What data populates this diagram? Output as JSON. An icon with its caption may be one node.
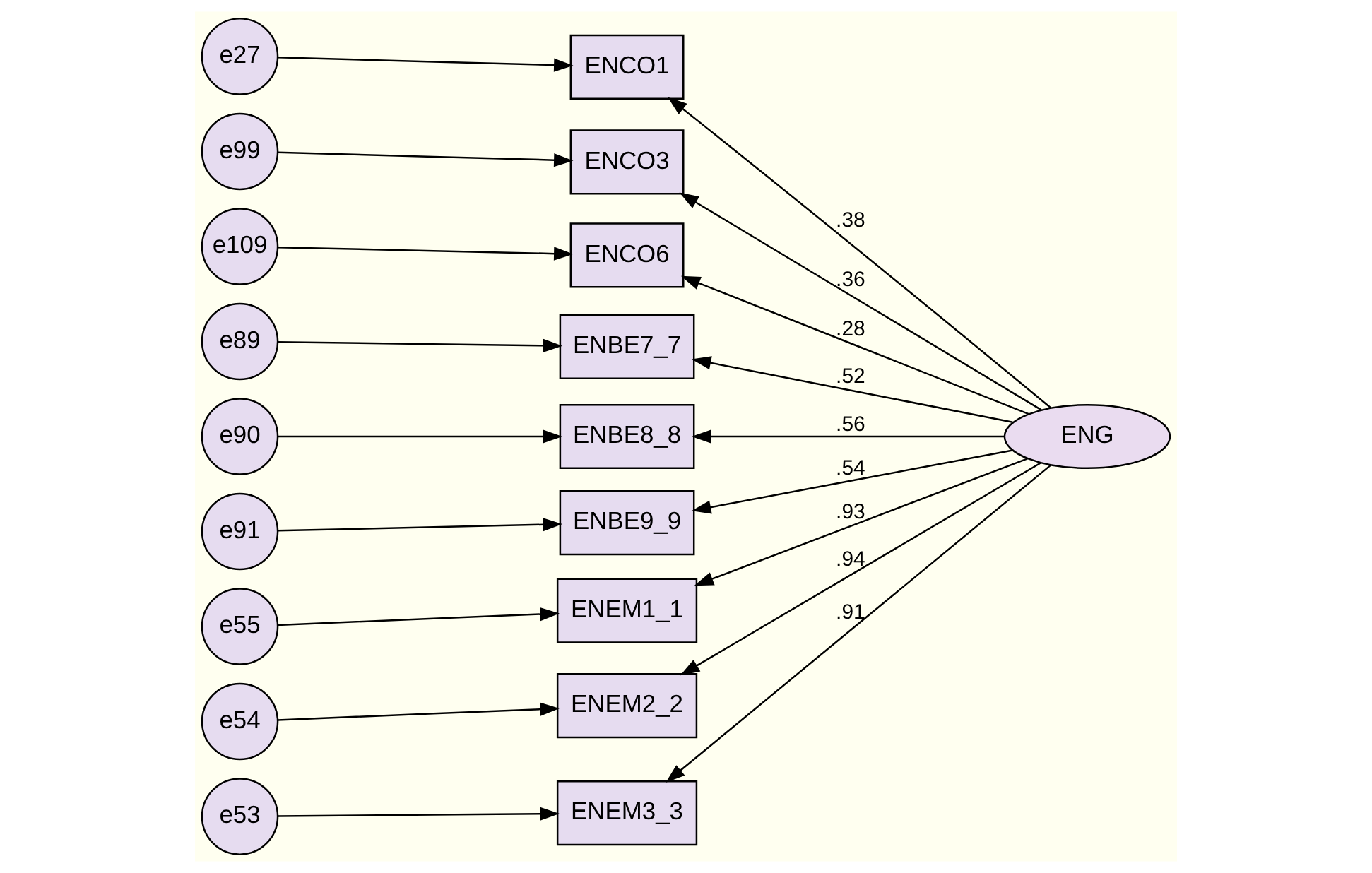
{
  "diagram": {
    "nodes": [
      {
        "text": [
          "e27"
        ]
      },
      {
        "text": [
          "ENCO1"
        ]
      },
      {
        "text": [
          "e99"
        ]
      },
      {
        "text": [
          "ENCO3"
        ]
      },
      {
        "text": [
          "e109"
        ]
      },
      {
        "text": [
          "ENCO6"
        ]
      },
      {
        "text": [
          "e89"
        ]
      },
      {
        "text": [
          "ENBE7_7"
        ]
      },
      {
        "text": [
          "e90"
        ]
      },
      {
        "text": [
          "ENBE8_8"
        ]
      },
      {
        "text": [
          "e91"
        ]
      },
      {
        "text": [
          "ENBE9_9"
        ]
      },
      {
        "text": [
          "e55"
        ]
      },
      {
        "text": [
          "ENEM1_1"
        ]
      },
      {
        "text": [
          "e54"
        ]
      },
      {
        "text": [
          "ENEM2_2"
        ]
      },
      {
        "text": [
          "e53"
        ]
      },
      {
        "text": [
          "ENEM3_3"
        ]
      },
      {
        "text": [
          "ENG"
        ]
      }
    ],
    "edges": [
      {
        "from": 0,
        "to": 1,
        "arrow": "to"
      },
      {
        "from": 2,
        "to": 3,
        "arrow": "to"
      },
      {
        "from": 4,
        "to": 5,
        "arrow": "to"
      },
      {
        "from": 6,
        "to": 7,
        "arrow": "to"
      },
      {
        "from": 8,
        "to": 9,
        "arrow": "to"
      },
      {
        "from": 10,
        "to": 11,
        "arrow": "to"
      },
      {
        "from": 12,
        "to": 13,
        "arrow": "to"
      },
      {
        "from": 14,
        "to": 15,
        "arrow": "to"
      },
      {
        "from": 16,
        "to": 17,
        "arrow": "to"
      },
      {
        "from": 18,
        "to": 1,
        "arrow": "to",
        "label": ".38"
      },
      {
        "from": 18,
        "to": 3,
        "arrow": "to",
        "label": ".36"
      },
      {
        "from": 18,
        "to": 5,
        "arrow": "to",
        "label": ".28"
      },
      {
        "from": 18,
        "to": 7,
        "arrow": "to",
        "label": ".52"
      },
      {
        "from": 18,
        "to": 9,
        "arrow": "to",
        "label": ".56"
      },
      {
        "from": 18,
        "to": 11,
        "arrow": "to",
        "label": ".54"
      },
      {
        "from": 18,
        "to": 13,
        "arrow": "to",
        "label": ".93"
      },
      {
        "from": 18,
        "to": 15,
        "arrow": "to",
        "label": ".94"
      },
      {
        "from": 18,
        "to": 17,
        "arrow": "to",
        "label": ".91"
      }
    ]
  }
}
